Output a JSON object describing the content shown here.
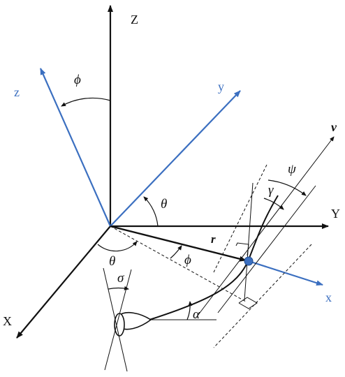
{
  "colors": {
    "ink": "#111111",
    "body_frame": "#3b6fc0",
    "body_frame_label": "#3b6fc0"
  },
  "labels": {
    "inertial_z": "Z",
    "inertial_y": "Y",
    "inertial_x": "X",
    "body_z": "z",
    "body_y": "y",
    "body_x": "x",
    "velocity": "v",
    "position": "r",
    "phi_top": "ϕ",
    "theta_upper": "θ",
    "theta_lower": "θ",
    "phi_lower": "ϕ",
    "psi": "ψ",
    "gamma": "γ",
    "alpha": "α",
    "sigma": "σ"
  }
}
